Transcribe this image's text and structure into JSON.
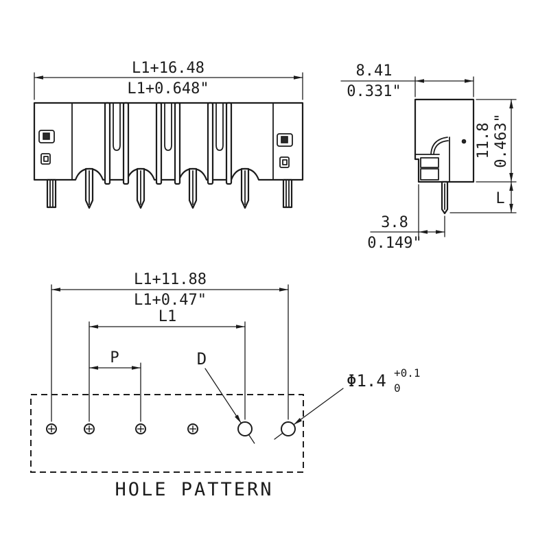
{
  "front_view": {
    "dim_mm": "L1+16.48",
    "dim_in": "L1+0.648\""
  },
  "side_view": {
    "width_mm": "8.41",
    "width_in": "0.331\"",
    "height_mm": "11.8",
    "height_in": "0.463\"",
    "pin_length_label": "L",
    "pin_offset_mm": "3.8",
    "pin_offset_in": "0.149\""
  },
  "hole_pattern": {
    "overall_mm": "L1+11.88",
    "overall_in": "L1+0.47\"",
    "l1_label": "L1",
    "pitch_label": "P",
    "hole_ref_label": "D",
    "hole_dia": "Φ1.4",
    "tol_upper": "+0.1",
    "tol_lower": "0",
    "title": "HOLE PATTERN"
  }
}
